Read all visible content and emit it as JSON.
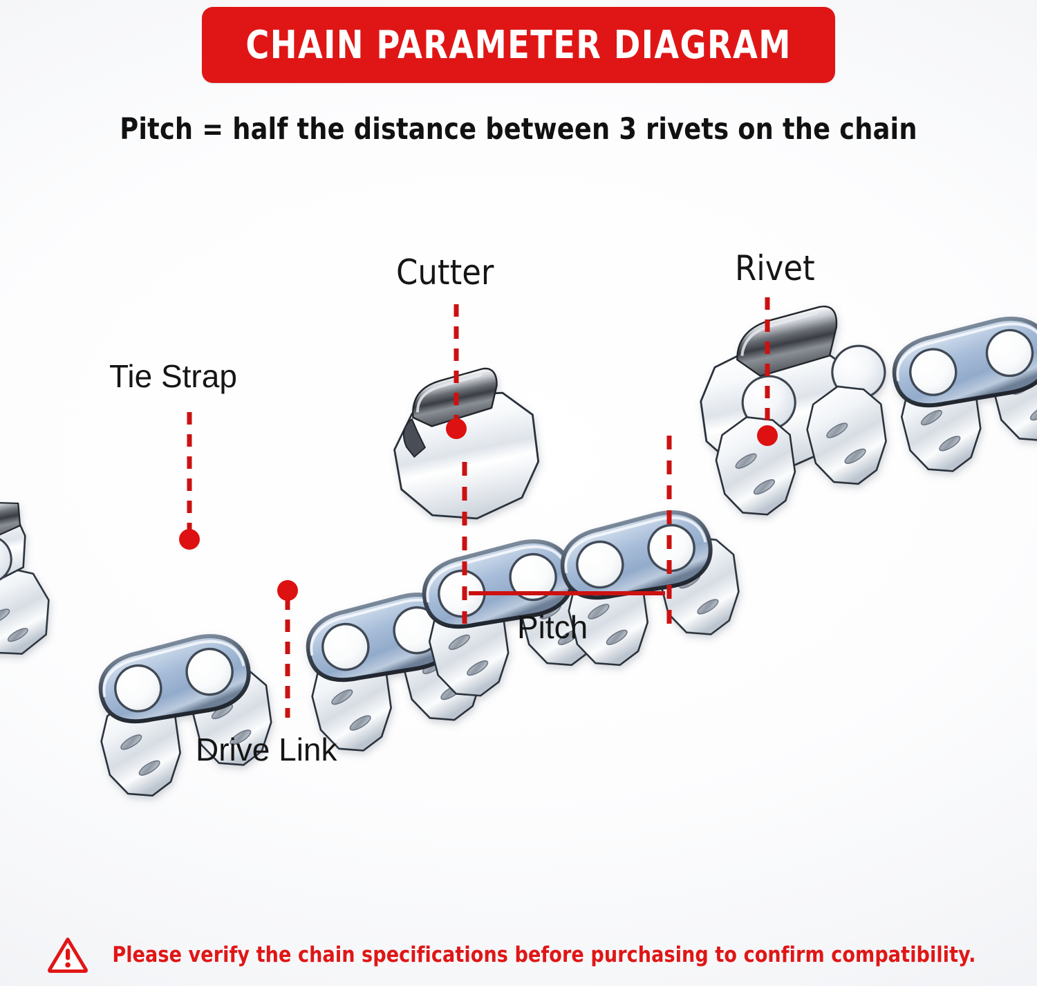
{
  "header": {
    "banner_title": "CHAIN PARAMETER DIAGRAM",
    "banner_color": "#e01616",
    "banner_text_color": "#ffffff",
    "subtitle": "Pitch = half the distance between 3 rivets on the chain",
    "subtitle_color": "#111111"
  },
  "diagram": {
    "subject": "chainsaw-chain",
    "accent_color": "#cc1111",
    "chrome_color": "#f2f4f7",
    "tie_strap_color": "#a9bdd6",
    "cutter_color": "#5a5a5e",
    "callouts": [
      {
        "id": "tie-strap",
        "label": "Tie Strap",
        "leader": "dashed-vertical-with-dot"
      },
      {
        "id": "cutter",
        "label": "Cutter",
        "leader": "dashed-vertical-with-dot"
      },
      {
        "id": "rivet",
        "label": "Rivet",
        "leader": "dashed-vertical-with-dot"
      },
      {
        "id": "drive-link",
        "label": "Drive Link",
        "leader": "dashed-vertical-with-dot"
      },
      {
        "id": "pitch",
        "label": "Pitch",
        "leader": "dimension-bracket"
      }
    ]
  },
  "footer": {
    "warning_icon": "warning-triangle-icon",
    "warning_text": "Please verify the chain specifications before purchasing to confirm compatibility.",
    "warning_color": "#e01616"
  }
}
